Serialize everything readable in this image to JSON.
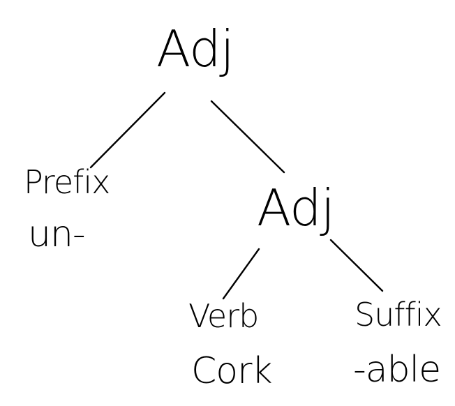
{
  "nodes": {
    "root": {
      "category": "Adj"
    },
    "prefix": {
      "category": "Prefix",
      "word": "un-"
    },
    "adj": {
      "category": "Adj"
    },
    "verb": {
      "category": "Verb",
      "word": "Cork"
    },
    "suffix": {
      "category": "Suffix",
      "word": "-able"
    }
  },
  "colors": {
    "ink": "#000000",
    "background": "#ffffff"
  }
}
